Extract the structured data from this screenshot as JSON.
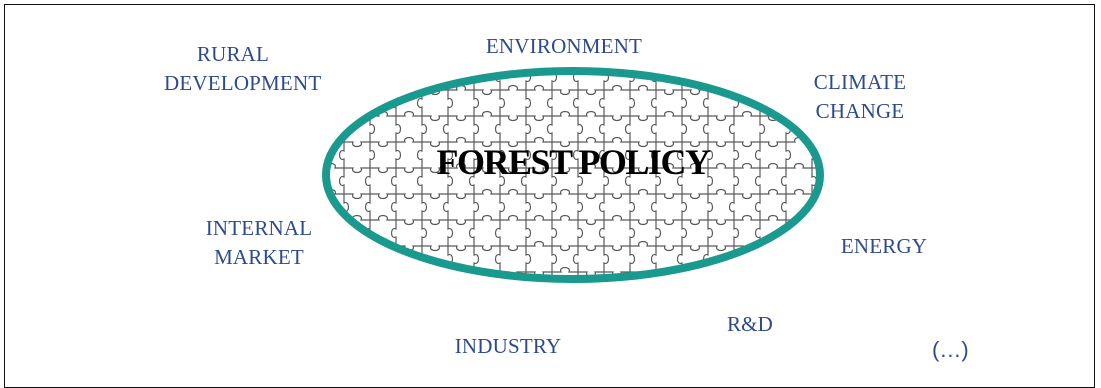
{
  "diagram": {
    "center_title": "FOREST POLICY",
    "labels": [
      {
        "id": "rural-development",
        "text": "RURAL\nDEVELOPMENT"
      },
      {
        "id": "environment",
        "text": "ENVIRONMENT"
      },
      {
        "id": "climate-change",
        "text": "CLIMATE\nCHANGE"
      },
      {
        "id": "internal-market",
        "text": "INTERNAL\nMARKET"
      },
      {
        "id": "energy",
        "text": "ENERGY"
      },
      {
        "id": "r-and-d",
        "text": "R&D"
      },
      {
        "id": "industry",
        "text": "INDUSTRY"
      }
    ],
    "more_label": "(…)"
  },
  "colors": {
    "label_text": "#2e4a8e",
    "ellipse_ring": "#1a9a8e",
    "puzzle_lines": "#5a5a5a",
    "frame_border": "#111111"
  },
  "icons": {
    "puzzle": "jigsaw-puzzle-pattern"
  }
}
